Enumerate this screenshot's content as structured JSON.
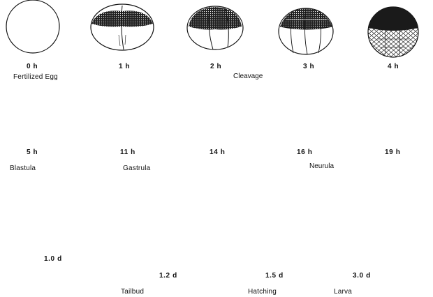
{
  "time_labels": {
    "t0": "0 h",
    "t1": "1 h",
    "t2": "2 h",
    "t3": "3 h",
    "t4": "4 h",
    "t5": "5 h",
    "t11": "11 h",
    "t14": "14 h",
    "t16": "16 h",
    "t19": "19 h",
    "d10": "1.0 d",
    "d12": "1.2 d",
    "d15": "1.5 d",
    "d30": "3.0 d"
  },
  "stage_labels": {
    "fertilized_egg": "Fertilized Egg",
    "blastula": "Blastula",
    "gastrula": "Gastrula",
    "tailbud": "Tailbud",
    "hatching": "Hatching",
    "larva": "Larva"
  },
  "ranges": {
    "cleavage": "Cleavage",
    "neurula": "Neurula"
  },
  "colors": {
    "ink": "#111111",
    "paper": "#ffffff"
  }
}
